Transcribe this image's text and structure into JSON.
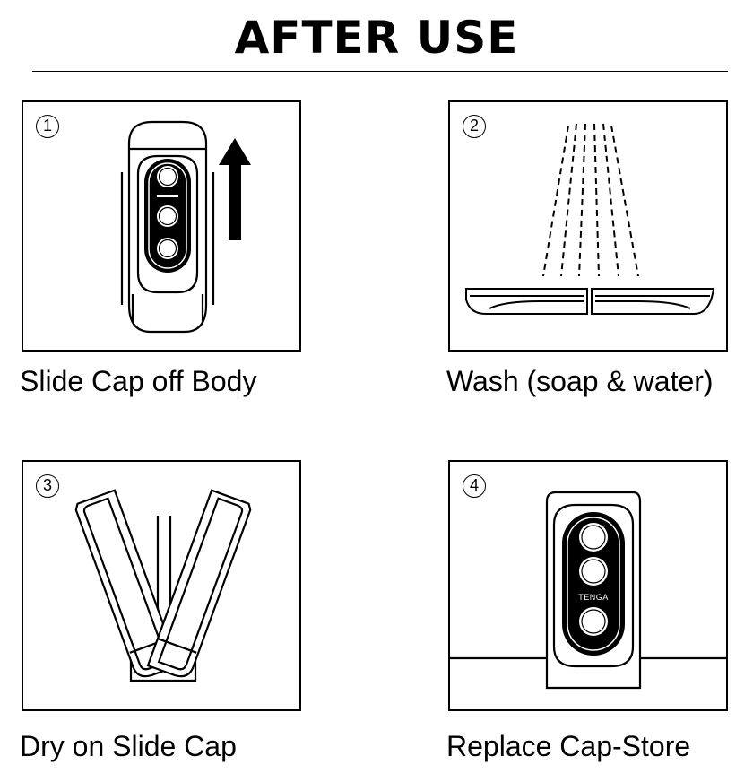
{
  "title": "AFTER USE",
  "steps": [
    {
      "number": "1",
      "caption": "Slide Cap off Body"
    },
    {
      "number": "2",
      "caption": "Wash (soap & water)"
    },
    {
      "number": "3",
      "caption": "Dry on Slide Cap"
    },
    {
      "number": "4",
      "caption": "Replace Cap-Store",
      "logo_text": "TENGA"
    }
  ],
  "icons": [
    "device-icon",
    "up-arrow-icon",
    "water-spray-icon",
    "device-halves-icon",
    "drying-stand-icon",
    "stored-device-icon"
  ]
}
